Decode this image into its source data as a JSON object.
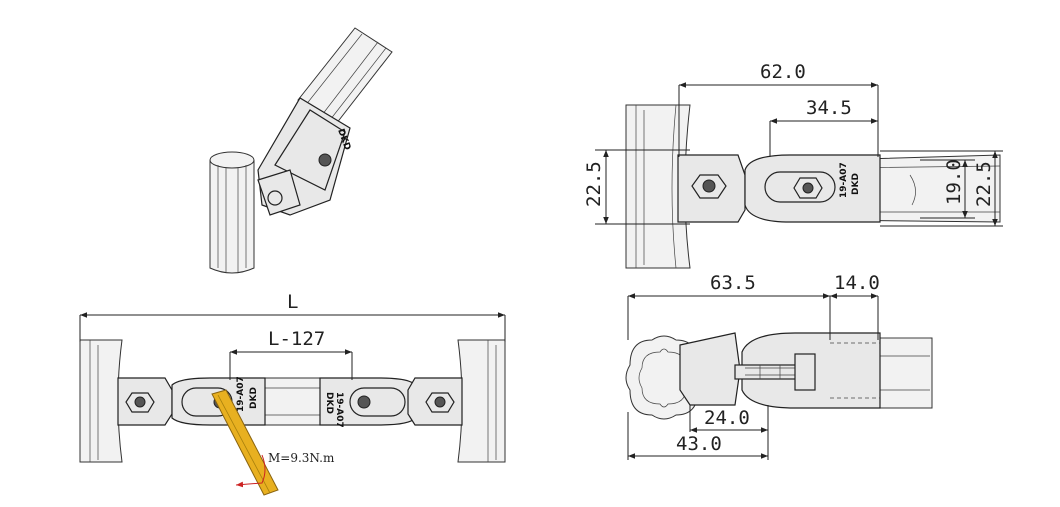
{
  "dimensions": {
    "top_right": {
      "overall": "62.0",
      "offset": "34.5",
      "height_left": "22.5",
      "inner": "19.0",
      "height_right": "22.5"
    },
    "bottom_right": {
      "overall": "63.5",
      "tube_end": "14.0",
      "middle": "24.0",
      "base": "43.0"
    },
    "bottom_left": {
      "overall": "L",
      "inner": "L-127",
      "torque": "M=9.3N.m"
    }
  },
  "markings": {
    "model": "19-A07",
    "brand": "DKD"
  },
  "colors": {
    "line": "#222222",
    "part_fill": "#e8e8e8",
    "wrench": "#e8b020",
    "torque_arrow": "#cc2222"
  }
}
